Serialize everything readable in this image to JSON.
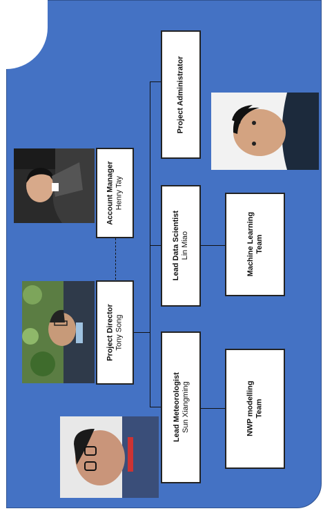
{
  "chart": {
    "project_director": {
      "title": "Project Director",
      "name": "Tony Song"
    },
    "account_manager": {
      "title": "Account Manager",
      "name": "Henry Tay"
    },
    "project_administrator": {
      "title": "Project Administrator"
    },
    "lead_data_scientist": {
      "title": "Lead Data Scientist",
      "name": "Lin Miao"
    },
    "lead_meteorologist": {
      "title": "Lead Meteorologist",
      "name": "Sun Xiangming"
    },
    "machine_learning_team": {
      "line1": "Machine Learning",
      "line2": "Team"
    },
    "nwp_team": {
      "line1": "NWP modelling",
      "line2": "Team"
    }
  },
  "colors": {
    "panel": "#4472c4",
    "box": "#ffffff",
    "line": "#111111"
  }
}
